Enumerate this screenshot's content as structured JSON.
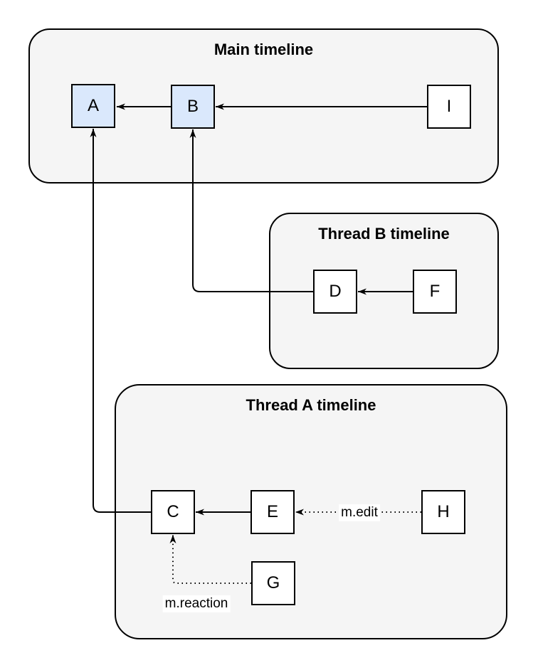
{
  "diagram": {
    "containers": [
      {
        "title": "Main timeline"
      },
      {
        "title": "Thread B timeline"
      },
      {
        "title": "Thread A timeline"
      }
    ],
    "nodes": [
      {
        "label": "A",
        "highlighted": true
      },
      {
        "label": "B",
        "highlighted": true
      },
      {
        "label": "I",
        "highlighted": false
      },
      {
        "label": "D",
        "highlighted": false
      },
      {
        "label": "F",
        "highlighted": false
      },
      {
        "label": "C",
        "highlighted": false
      },
      {
        "label": "E",
        "highlighted": false
      },
      {
        "label": "H",
        "highlighted": false
      },
      {
        "label": "G",
        "highlighted": false
      }
    ],
    "edges": [
      {
        "from": "B",
        "to": "A",
        "style": "solid",
        "label": ""
      },
      {
        "from": "I",
        "to": "B",
        "style": "solid",
        "label": ""
      },
      {
        "from": "F",
        "to": "D",
        "style": "solid",
        "label": ""
      },
      {
        "from": "D",
        "to": "B",
        "style": "solid",
        "label": ""
      },
      {
        "from": "C",
        "to": "A",
        "style": "solid",
        "label": ""
      },
      {
        "from": "E",
        "to": "C",
        "style": "solid",
        "label": ""
      },
      {
        "from": "H",
        "to": "E",
        "style": "dotted",
        "label": "m.edit"
      },
      {
        "from": "G",
        "to": "C",
        "style": "dotted",
        "label": "m.reaction"
      }
    ],
    "colors": {
      "highlight_fill": "#dae8fc",
      "node_fill": "#ffffff",
      "container_fill": "#f5f5f5",
      "stroke": "#000000"
    }
  }
}
